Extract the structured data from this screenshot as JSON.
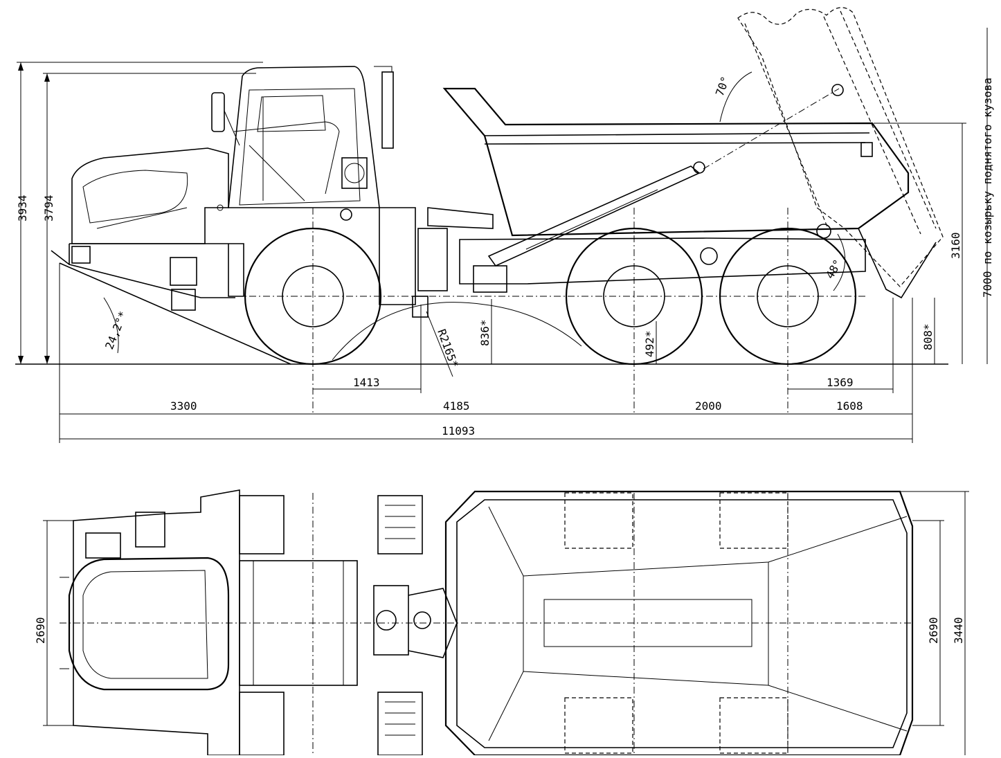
{
  "dimensions": {
    "height_overall": "3934",
    "height_cab": "3794",
    "front_overhang": "3300",
    "wheelbase_front": "4185",
    "tandem_spacing": "2000",
    "rear_overhang": "1608",
    "overall_length": "11093",
    "articulation_offset": "1413",
    "rear_to_tailgate": "1369",
    "hitch_clearance": "836*",
    "ground_clearance": "492*",
    "tailgate_clearance": "808*",
    "turn_radius": "R2165*",
    "approach_angle": "24,2°*",
    "dump_angle": "70°",
    "tailgate_angle": "48°",
    "body_height": "3160",
    "raised_body_note": "7000 по козырьку поднятого кузова",
    "width_track": "2690",
    "width_body_track": "2690",
    "width_overall": "3440"
  }
}
